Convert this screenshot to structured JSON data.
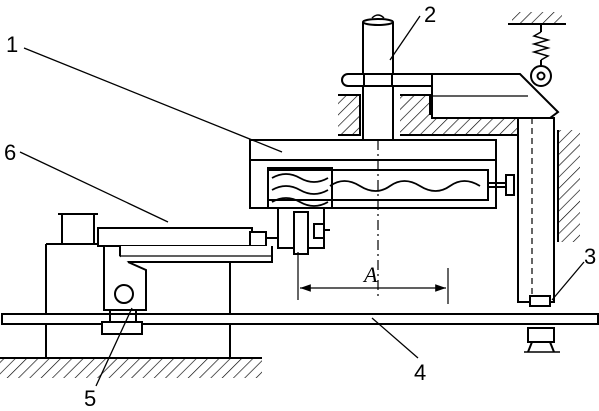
{
  "labels": {
    "part1": "1",
    "part2": "2",
    "part3": "3",
    "part4": "4",
    "part5": "5",
    "part6": "6",
    "dimension_a": "A"
  }
}
